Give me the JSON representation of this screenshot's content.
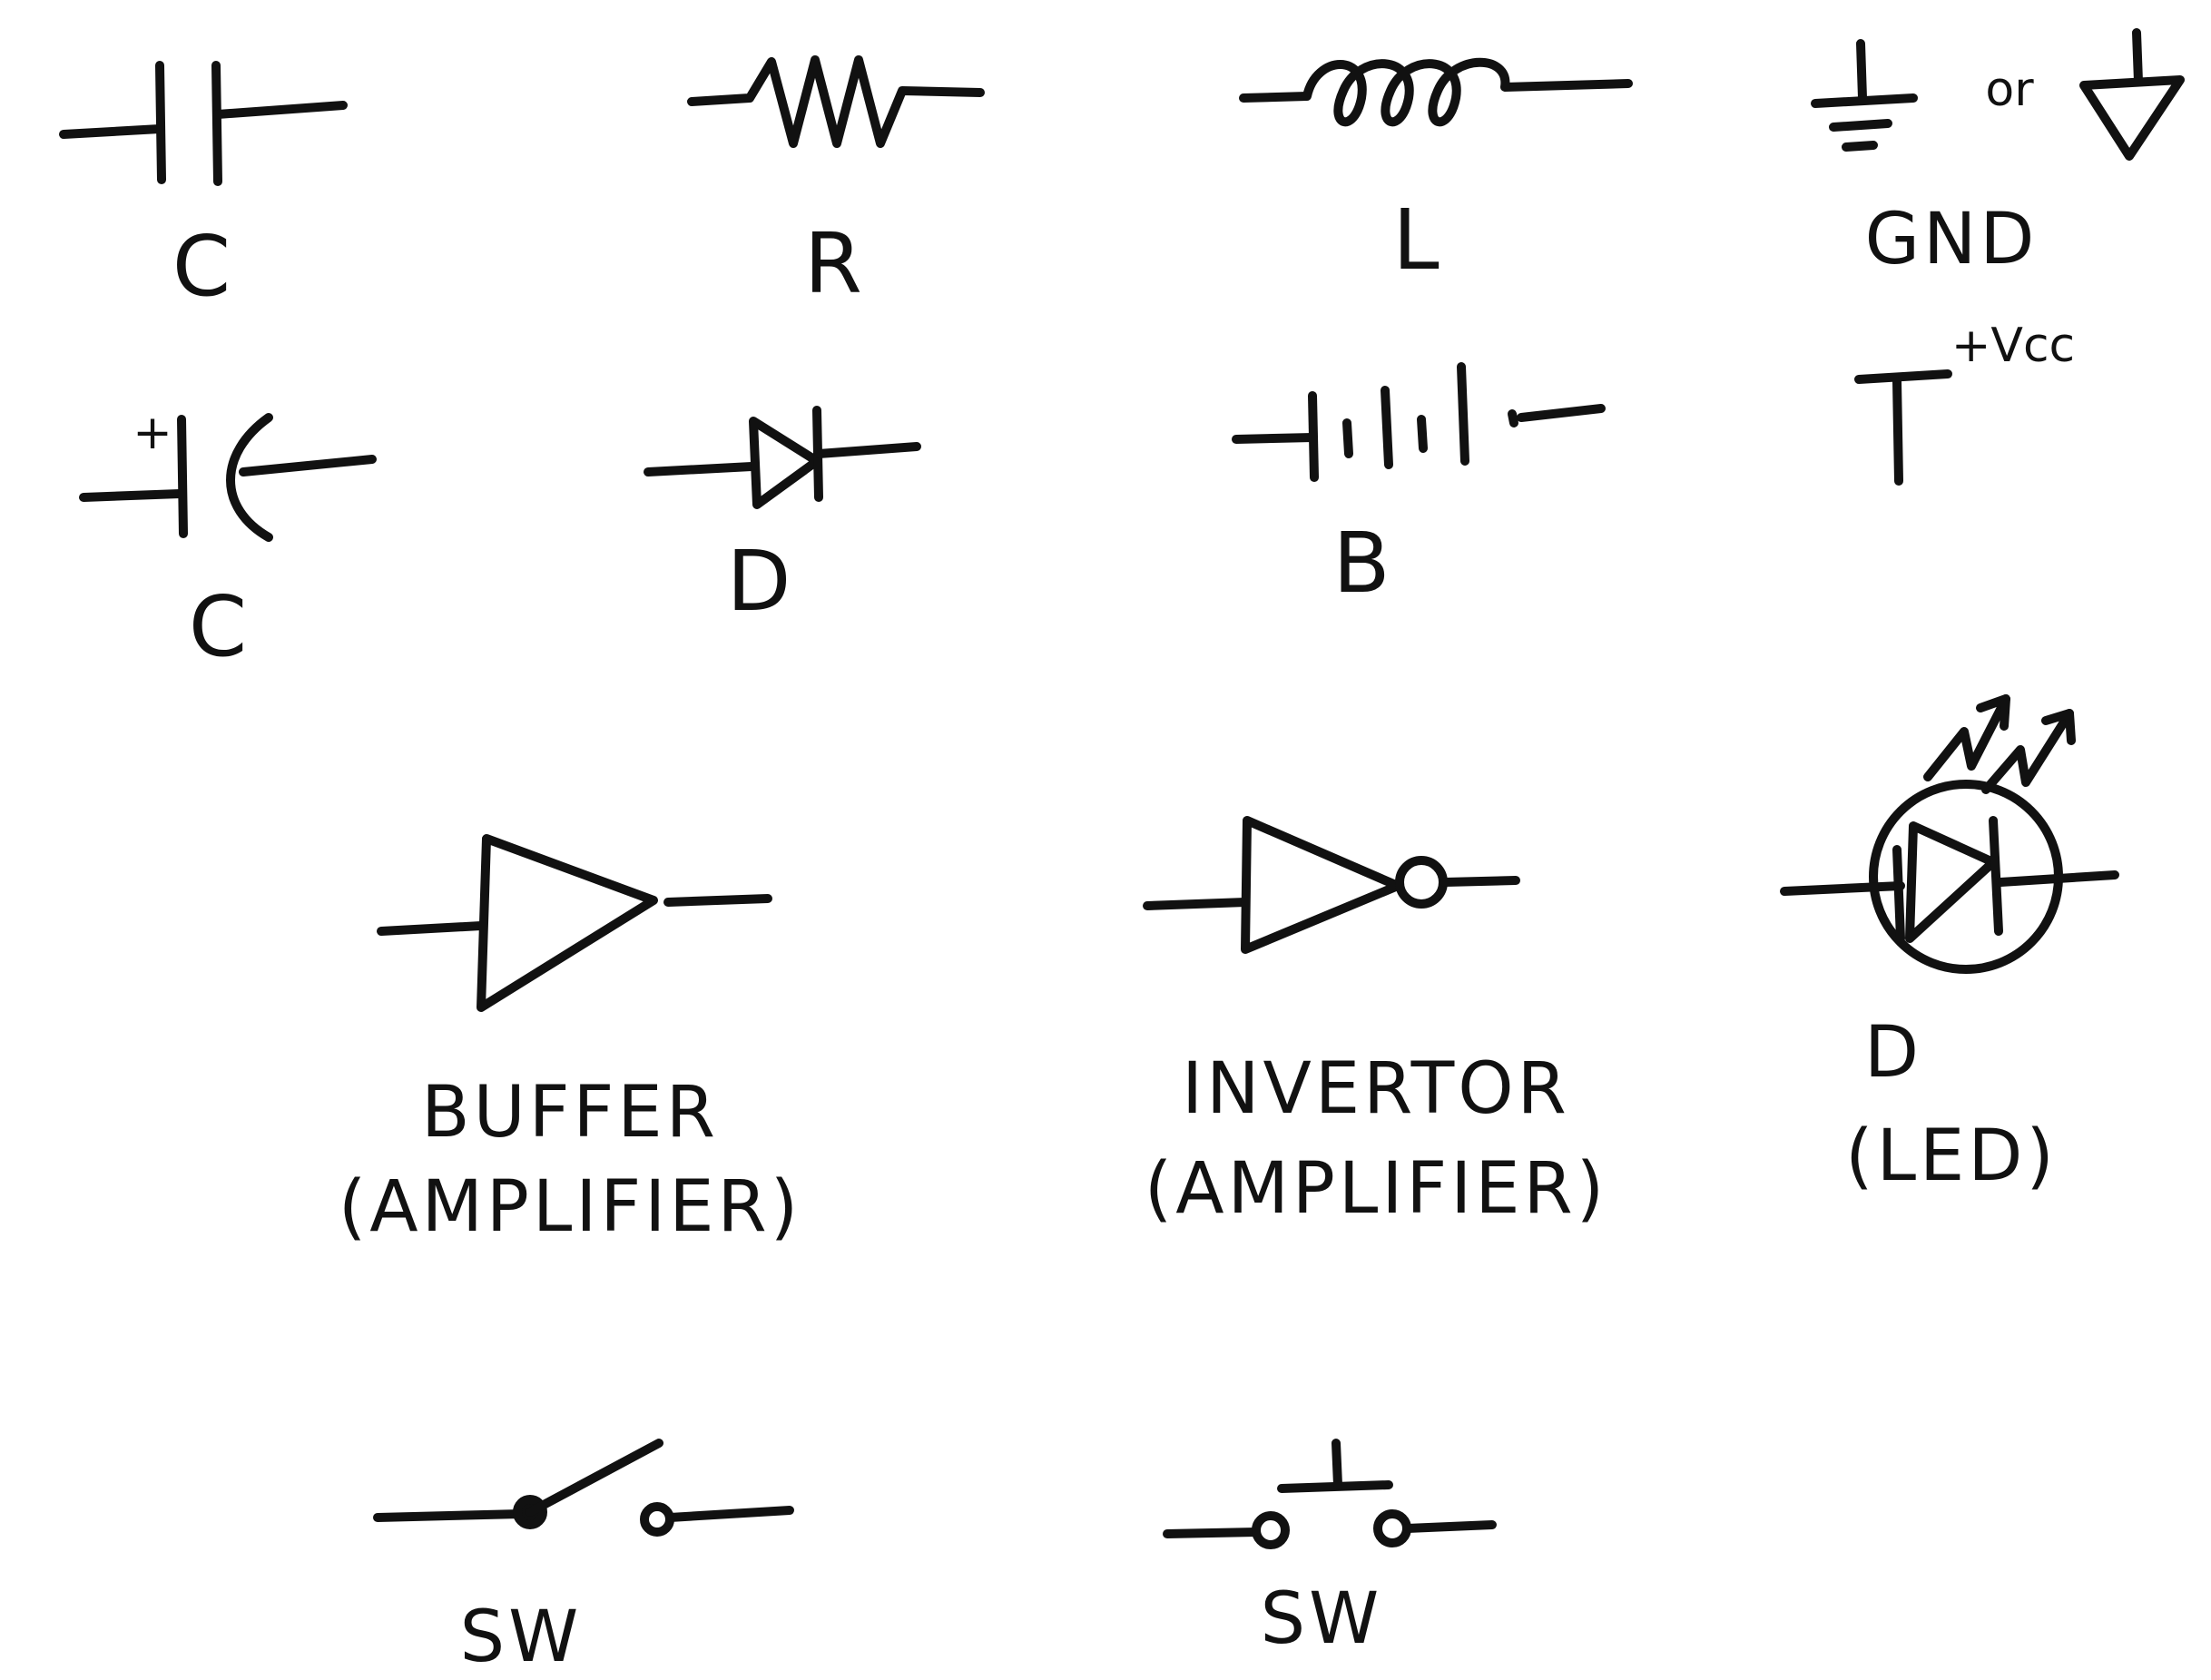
{
  "sheet": {
    "symbols": [
      {
        "id": "capacitor",
        "label": "C"
      },
      {
        "id": "resistor",
        "label": "R"
      },
      {
        "id": "inductor",
        "label": "L"
      },
      {
        "id": "ground",
        "label": "GND",
        "connector": "or"
      },
      {
        "id": "polarized-capacitor",
        "label": "C",
        "polarity": "+"
      },
      {
        "id": "diode",
        "label": "D"
      },
      {
        "id": "battery",
        "label": "B"
      },
      {
        "id": "supply",
        "label": "+Vcc"
      },
      {
        "id": "buffer",
        "label": "BUFFER",
        "sublabel": "(AMPLIFIER)"
      },
      {
        "id": "inverter",
        "label": "INVERTOR",
        "sublabel": "(AMPLIFIER)"
      },
      {
        "id": "led",
        "label": "D",
        "sublabel": "(LED)"
      },
      {
        "id": "switch",
        "label": "SW"
      },
      {
        "id": "push-switch",
        "label": "SW"
      }
    ]
  }
}
